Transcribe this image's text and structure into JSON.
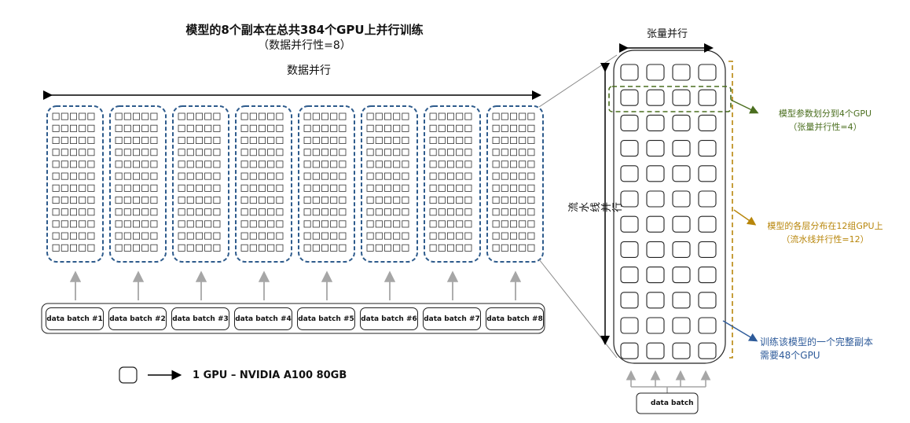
{
  "header": {
    "title": "模型的8个副本在总共384个GPU上并行训练",
    "subtitle": "（数据并行性=8）",
    "data_parallel_label": "数据并行"
  },
  "left": {
    "replica_count": 8,
    "mini_grid": {
      "columns": 5,
      "rows": 12
    },
    "batches": [
      "data batch #1",
      "data batch #2",
      "data batch #3",
      "data batch #4",
      "data batch #5",
      "data batch #6",
      "data batch #7",
      "data batch #8"
    ]
  },
  "legend": {
    "text": "1 GPU – NVIDIA A100  80GB"
  },
  "right": {
    "tensor_parallel_label": "张量并行",
    "pipeline_parallel_label": "流水线并行",
    "grid": {
      "columns": 4,
      "rows": 12
    },
    "data_batch_label": "data batch",
    "notes": {
      "tensor": {
        "line1": "模型参数划分到4个GPU",
        "line2": "（张量并行性=4）"
      },
      "pipeline": {
        "line1": "模型的各层分布在12组GPU上",
        "line2": "（流水线并行性=12）"
      },
      "total": {
        "line1": "训练该模型的一个完整副本",
        "line2": "需要48个GPU"
      }
    }
  },
  "colors": {
    "replica_dash": "#2e5b8c",
    "tensor_note": "#4a6e1e",
    "pipeline_note": "#b8860b",
    "total_note": "#2e5b9a",
    "arrow_gray": "#a6a6a6"
  }
}
